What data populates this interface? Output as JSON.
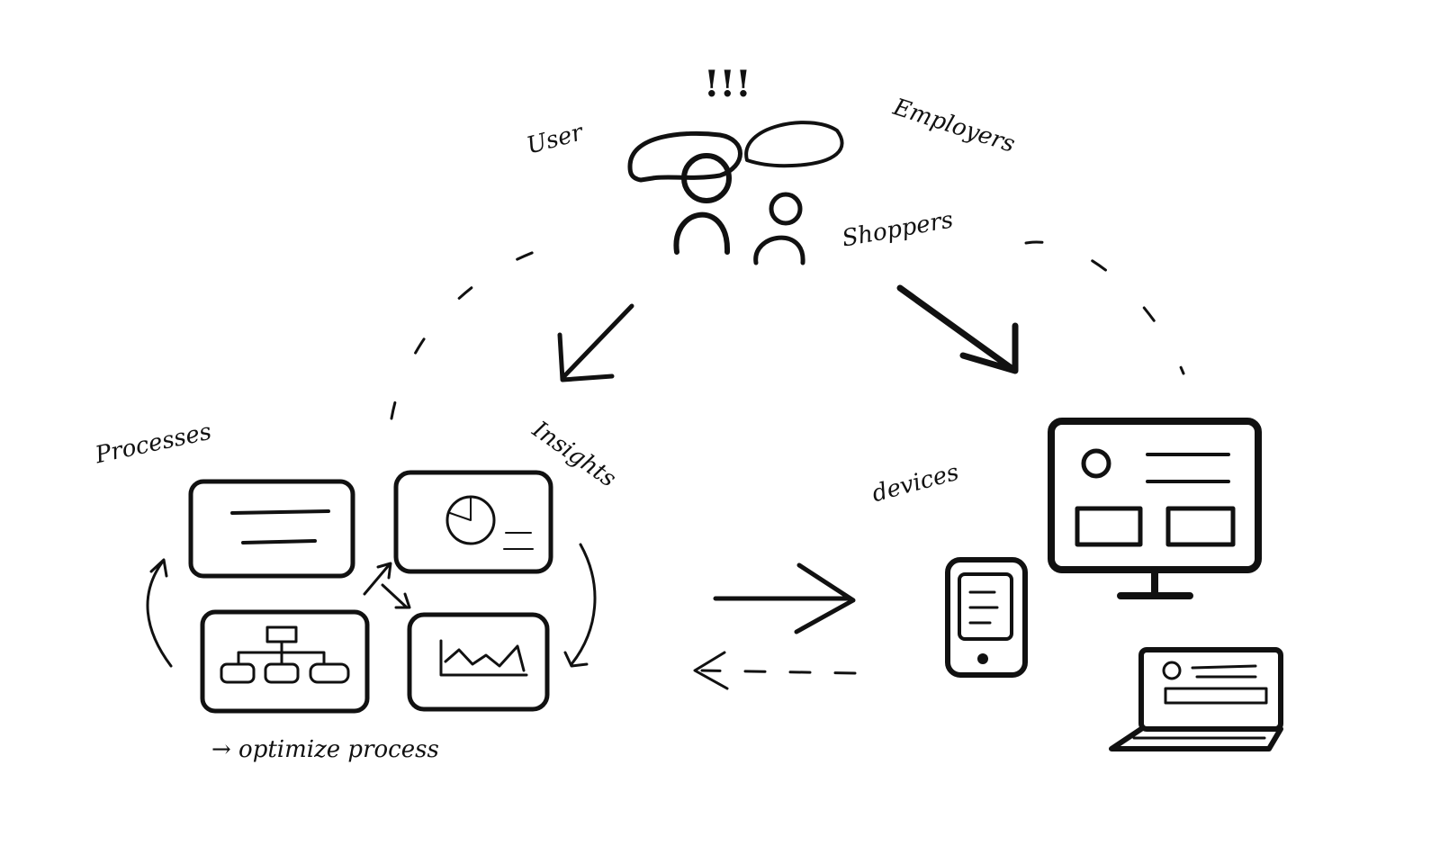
{
  "labels": {
    "exclaim": "!!!",
    "user": "User",
    "employers": "Employers",
    "shoppers": "Shoppers",
    "processes": "Processes",
    "insights": "Insights",
    "devices": "devices",
    "footer": "→ optimize process"
  },
  "colors": {
    "ink": "#111111",
    "background": "#ffffff"
  }
}
